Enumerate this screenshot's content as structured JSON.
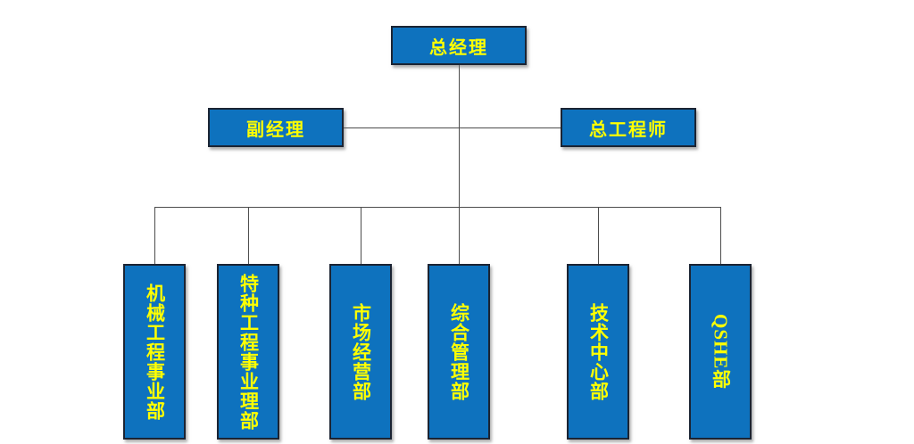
{
  "org_chart": {
    "nodes": {
      "root": {
        "label": "总经理"
      },
      "deputy_manager": {
        "label": "副经理"
      },
      "chief_engineer": {
        "label": "总工程师"
      }
    },
    "departments": [
      {
        "label": "机械工程事业部"
      },
      {
        "label": "特种工程事业理部"
      },
      {
        "label": "市场经营部"
      },
      {
        "label": "综合管理部"
      },
      {
        "label": "技术中心部"
      },
      {
        "label": "QSHE部"
      }
    ],
    "colors": {
      "box_fill": "#0e72be",
      "box_border": "#1b2433",
      "label_text": "#ffff00",
      "connector_line": "#4d4d4d",
      "background": "#ffffff"
    }
  }
}
